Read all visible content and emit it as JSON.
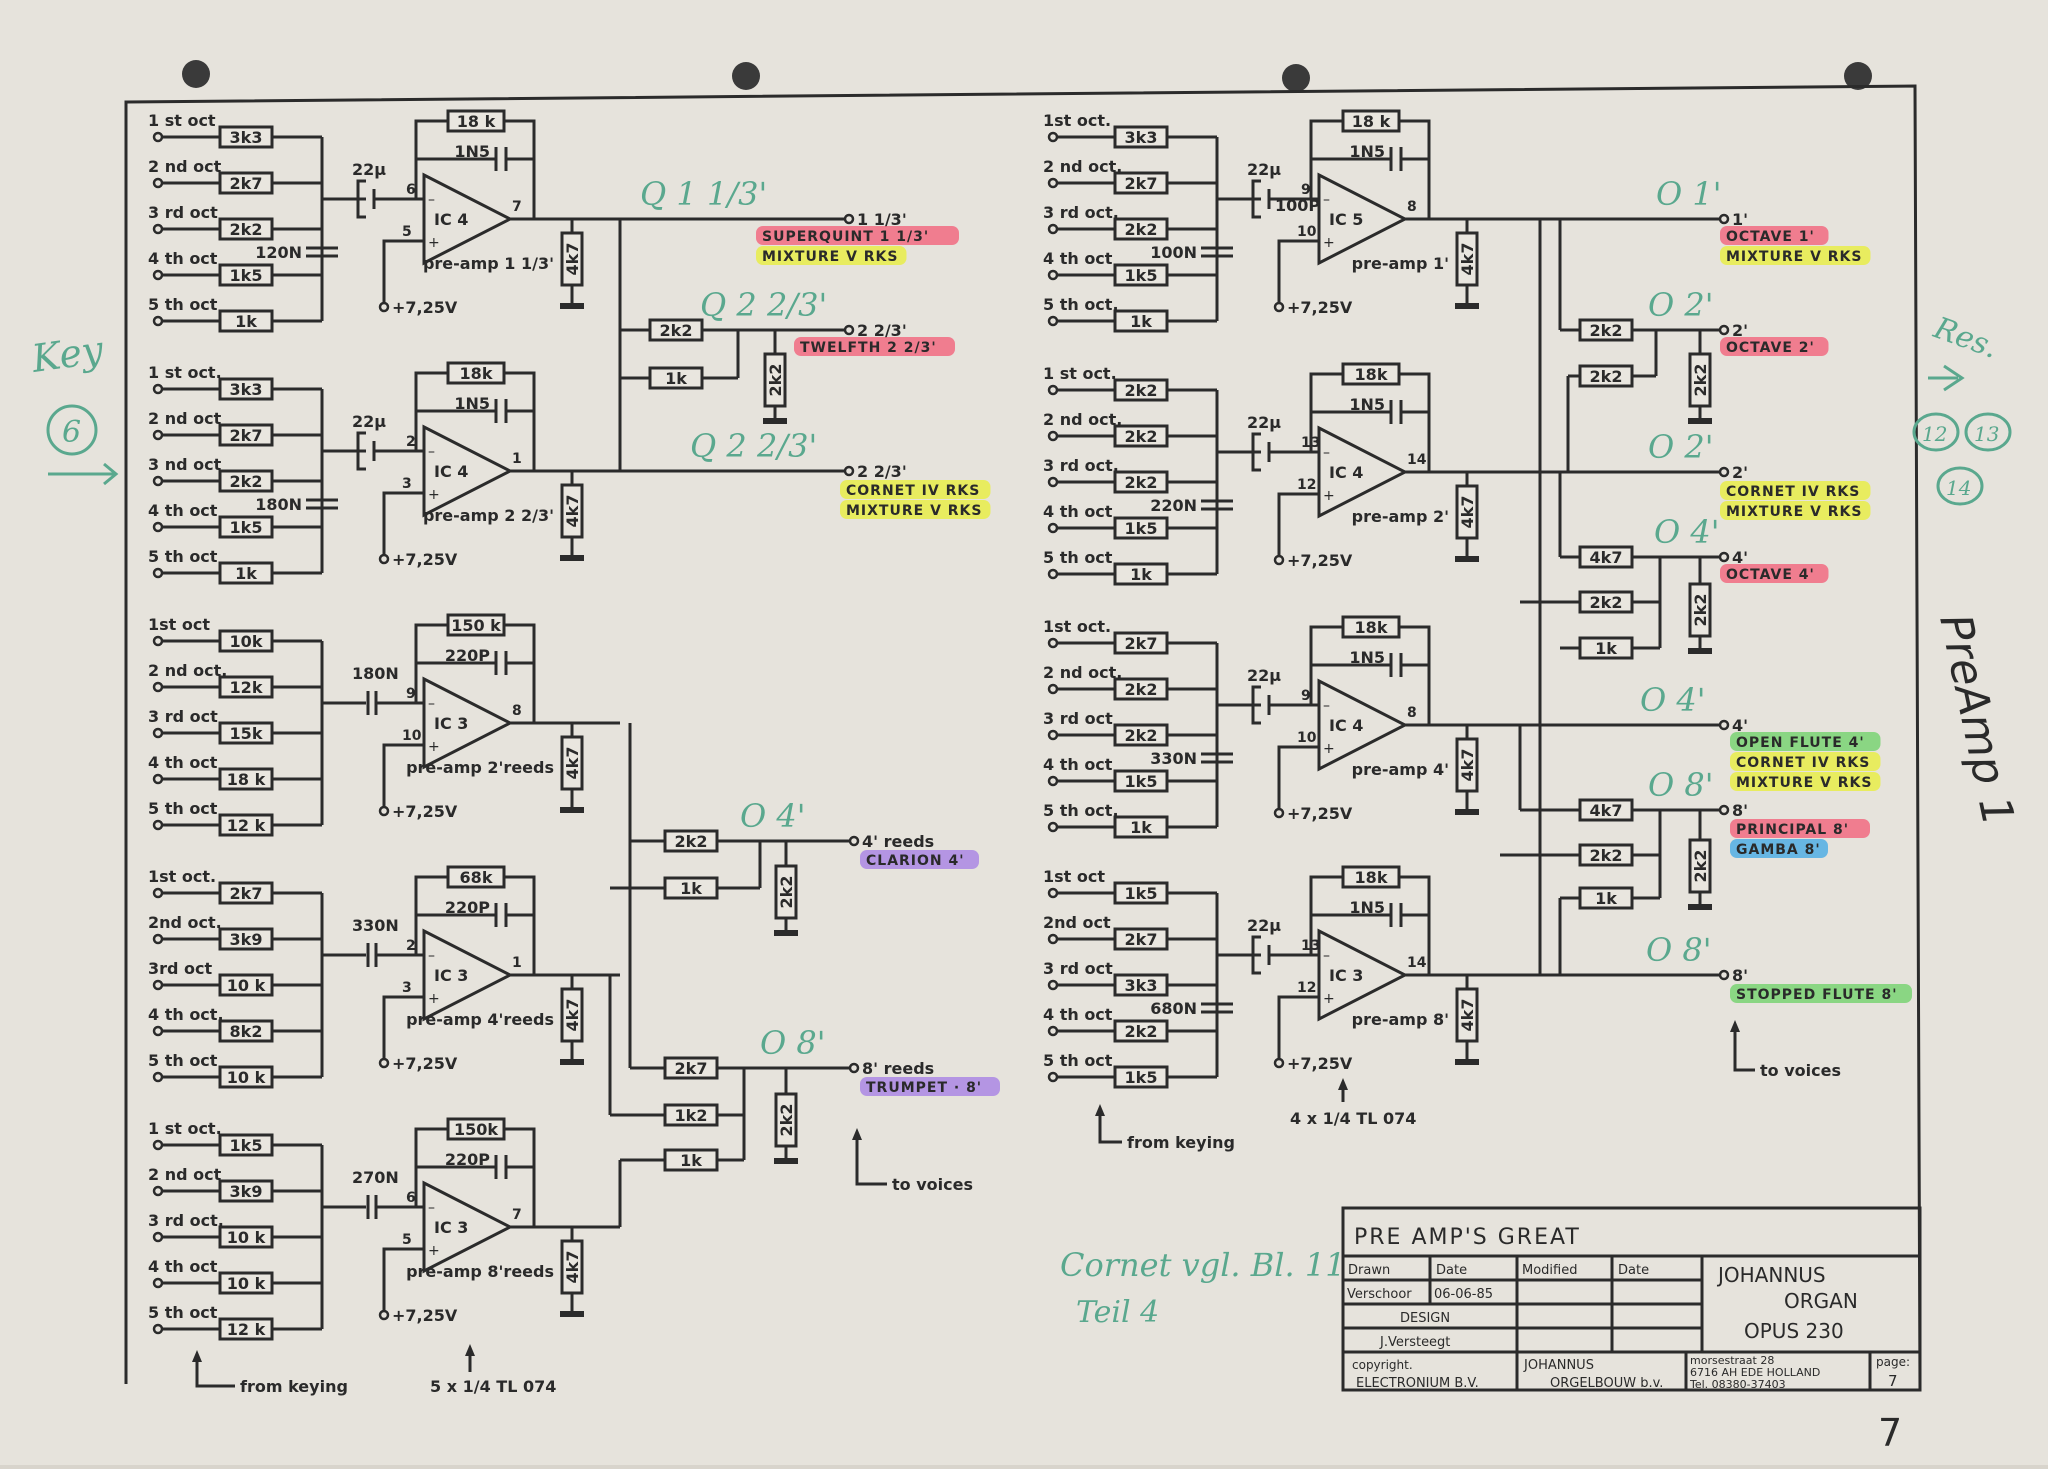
{
  "document": {
    "title_block": {
      "title": "PRE AMP'S GREAT",
      "drawn_label": "Drawn",
      "date_label": "Date",
      "modified_label": "Modified",
      "modified_date_label": "Date",
      "drawn_by": "Verschoor",
      "drawn_date": "06-06-85",
      "design_label": "DESIGN",
      "designer": "J.Versteegt",
      "company_line1": "JOHANNUS",
      "company_line2": "ORGAN",
      "company_line3": "OPUS  230",
      "copyright_label": "copyright.",
      "copyright_holder": "ELECTRONIUM B.V.",
      "maker_line1": "JOHANNUS",
      "maker_line2": "ORGELBOUW b.v.",
      "address_line1": "morsestraat 28",
      "address_line2": "6716 AH EDE HOLLAND",
      "address_line3": "Tel. 08380-37403",
      "page_label": "page:",
      "page_number": "7"
    },
    "page_number_handwritten": "7",
    "handwritten_notes": {
      "key": "Key",
      "key_number": "6",
      "res": "Res.",
      "res_items": [
        "12",
        "13",
        "14"
      ],
      "preamp": "PreAmp 1",
      "cornet_note_line1": "Cornet vgl. Bl. 11",
      "cornet_note_line2": "Teil 4"
    },
    "common": {
      "supply": "+7,25V",
      "load_resistor": "4k7",
      "from_keying": "from keying",
      "to_voices": "to voices"
    },
    "left_column": {
      "ic_note": "5 x 1/4 TL 074",
      "stages": [
        {
          "name": "pre-amp 1 1/3'",
          "ic": "IC 4",
          "pins": [
            "6",
            "5",
            "7"
          ],
          "inputs": [
            {
              "label": "1 st oct",
              "value": "3k3"
            },
            {
              "label": "2 nd oct",
              "value": "2k7"
            },
            {
              "label": "3 rd oct",
              "value": "2k2"
            },
            {
              "label": "4 th oct",
              "value": "1k5"
            },
            {
              "label": "5 th oct",
              "value": "1k"
            }
          ],
          "shunt_cap": "120N",
          "coupling_cap": "22µ",
          "feedback_r": "18 k",
          "feedback_c": "1N5"
        },
        {
          "name": "pre-amp 2 2/3'",
          "ic": "IC 4",
          "pins": [
            "2",
            "3",
            "1"
          ],
          "inputs": [
            {
              "label": "1 st oct.",
              "value": "3k3"
            },
            {
              "label": "2 nd oct",
              "value": "2k7"
            },
            {
              "label": "3 nd oct",
              "value": "2k2"
            },
            {
              "label": "4 th oct",
              "value": "1k5"
            },
            {
              "label": "5 th oct",
              "value": "1k"
            }
          ],
          "shunt_cap": "180N",
          "coupling_cap": "22µ",
          "feedback_r": "18k",
          "feedback_c": "1N5"
        },
        {
          "name": "pre-amp 2'reeds",
          "ic": "IC 3",
          "pins": [
            "9",
            "10",
            "8"
          ],
          "inputs": [
            {
              "label": "1st oct",
              "value": "10k"
            },
            {
              "label": "2 nd oct.",
              "value": "12k"
            },
            {
              "label": "3 rd oct",
              "value": "15k"
            },
            {
              "label": "4 th oct",
              "value": "18 k"
            },
            {
              "label": "5 th oct",
              "value": "12 k"
            }
          ],
          "coupling_cap": "180N",
          "feedback_r": "150 k",
          "feedback_c": "220P"
        },
        {
          "name": "pre-amp 4'reeds",
          "ic": "IC 3",
          "pins": [
            "2",
            "3",
            "1"
          ],
          "inputs": [
            {
              "label": "1st oct.",
              "value": "2k7"
            },
            {
              "label": "2nd oct.",
              "value": "3k9"
            },
            {
              "label": "3rd oct",
              "value": "10 k"
            },
            {
              "label": "4 th oct.",
              "value": "8k2"
            },
            {
              "label": "5 th oct",
              "value": "10 k"
            }
          ],
          "coupling_cap": "330N",
          "feedback_r": "68k",
          "feedback_c": "220P"
        },
        {
          "name": "pre-amp 8'reeds",
          "ic": "IC 3",
          "pins": [
            "6",
            "5",
            "7"
          ],
          "inputs": [
            {
              "label": "1 st oct.",
              "value": "1k5"
            },
            {
              "label": "2 nd oct",
              "value": "3k9"
            },
            {
              "label": "3 rd oct.",
              "value": "10 k"
            },
            {
              "label": "4 th oct",
              "value": "10 k"
            },
            {
              "label": "5 th oct",
              "value": "12 k"
            }
          ],
          "coupling_cap": "270N",
          "feedback_r": "150k",
          "feedback_c": "220P"
        }
      ],
      "mixers": [
        {
          "series": "2k2",
          "shunt": "2k2",
          "aux": "1k"
        },
        {
          "series": "2k2",
          "shunt": "2k2",
          "aux": "1k"
        },
        {
          "series": "2k7",
          "shunt": "2k2",
          "aux1": "1k2",
          "aux2": "1k"
        }
      ],
      "outputs": [
        {
          "note": "Q 1 1/3'",
          "pin": "1 1/3'",
          "stops": [
            {
              "text": "SUPERQUINT  1 1/3'",
              "color": "red"
            },
            {
              "text": "MIXTURE V RKS",
              "color": "yellow"
            }
          ]
        },
        {
          "note": "Q 2 2/3'",
          "pin": "2 2/3'",
          "stops": [
            {
              "text": "TWELFTH 2 2/3'",
              "color": "red"
            }
          ]
        },
        {
          "note": "Q 2 2/3'",
          "pin": "2 2/3'",
          "stops": [
            {
              "text": "CORNET IV RKS",
              "color": "yellow"
            },
            {
              "text": "MIXTURE V RKS",
              "color": "yellow"
            }
          ]
        },
        {
          "note": "O 4'",
          "pin": "4' reeds",
          "stops": [
            {
              "text": "CLARION 4'",
              "color": "purple"
            }
          ]
        },
        {
          "note": "O 8'",
          "pin": "8' reeds",
          "stops": [
            {
              "text": "TRUMPET · 8'",
              "color": "purple"
            }
          ]
        }
      ]
    },
    "right_column": {
      "ic_note": "4 x 1/4  TL 074",
      "stages": [
        {
          "name": "pre-amp 1'",
          "ic": "IC 5",
          "pins": [
            "9",
            "10",
            "8"
          ],
          "inputs": [
            {
              "label": "1st oct.",
              "value": "3k3"
            },
            {
              "label": "2 nd oct.",
              "value": "2k7"
            },
            {
              "label": "3 rd oct.",
              "value": "2k2"
            },
            {
              "label": "4 th oct",
              "value": "1k5"
            },
            {
              "label": "5 th oct.",
              "value": "1k"
            }
          ],
          "shunt_cap": "100N",
          "extra_cap": "100P",
          "coupling_cap": "22µ",
          "feedback_r": "18 k",
          "feedback_c": "1N5"
        },
        {
          "name": "pre-amp 2'",
          "ic": "IC 4",
          "pins": [
            "13",
            "12",
            "14"
          ],
          "inputs": [
            {
              "label": "1 st oct.",
              "value": "2k2"
            },
            {
              "label": "2 nd oct.",
              "value": "2k2"
            },
            {
              "label": "3 rd oct.",
              "value": "2k2"
            },
            {
              "label": "4 th oct",
              "value": "1k5"
            },
            {
              "label": "5 th oct",
              "value": "1k"
            }
          ],
          "shunt_cap": "220N",
          "coupling_cap": "22µ",
          "feedback_r": "18k",
          "feedback_c": "1N5"
        },
        {
          "name": "pre-amp 4'",
          "ic": "IC 4",
          "pins": [
            "9",
            "10",
            "8"
          ],
          "inputs": [
            {
              "label": "1st oct.",
              "value": "2k7"
            },
            {
              "label": "2 nd oct.",
              "value": "2k2"
            },
            {
              "label": "3 rd oct",
              "value": "2k2"
            },
            {
              "label": "4 th oct",
              "value": "1k5"
            },
            {
              "label": "5 th oct.",
              "value": "1k"
            }
          ],
          "shunt_cap": "330N",
          "coupling_cap": "22µ",
          "feedback_r": "18k",
          "feedback_c": "1N5"
        },
        {
          "name": "pre-amp 8'",
          "ic": "IC 3",
          "pins": [
            "13",
            "12",
            "14"
          ],
          "inputs": [
            {
              "label": "1st oct",
              "value": "1k5"
            },
            {
              "label": "2nd oct",
              "value": "2k7"
            },
            {
              "label": "3 rd oct",
              "value": "3k3"
            },
            {
              "label": "4 th oct",
              "value": "2k2"
            },
            {
              "label": "5 th oct",
              "value": "1k5"
            }
          ],
          "shunt_cap": "680N",
          "coupling_cap": "22µ",
          "feedback_r": "18k",
          "feedback_c": "1N5"
        }
      ],
      "mixers": [
        {
          "series": "2k2",
          "shunt": "2k2",
          "aux": "2k2"
        },
        {
          "series": "4k7",
          "shunt": "2k2",
          "aux1": "2k2",
          "aux2": "1k"
        },
        {
          "series": "4k7",
          "shunt": "2k2",
          "aux1": "2k2",
          "aux2": "1k"
        }
      ],
      "outputs": [
        {
          "note": "O 1'",
          "pin": "1'",
          "stops": [
            {
              "text": "OCTAVE 1'",
              "color": "red"
            },
            {
              "text": "MIXTURE V RKS",
              "color": "yellow"
            }
          ]
        },
        {
          "note": "O 2'",
          "pin": "2'",
          "stops": [
            {
              "text": "OCTAVE 2'",
              "color": "red"
            }
          ]
        },
        {
          "note": "O 2'",
          "pin": "2'",
          "stops": [
            {
              "text": "CORNET IV RKS",
              "color": "yellow"
            },
            {
              "text": "MIXTURE V RKS",
              "color": "yellow"
            }
          ]
        },
        {
          "note": "O 4'",
          "pin": "4'",
          "stops": [
            {
              "text": "OCTAVE 4'",
              "color": "red"
            }
          ]
        },
        {
          "note": "O 4'",
          "pin": "4'",
          "stops": [
            {
              "text": "OPEN FLUTE 4'",
              "color": "green"
            },
            {
              "text": "CORNET IV RKS",
              "color": "yellow"
            },
            {
              "text": "MIXTURE V RKS",
              "color": "yellow"
            }
          ]
        },
        {
          "note": "O 8'",
          "pin": "8'",
          "stops": [
            {
              "text": "PRINCIPAL 8'",
              "color": "red"
            },
            {
              "text": "GAMBA 8'",
              "color": "blue"
            }
          ]
        },
        {
          "note": "O 8'",
          "pin": "8'",
          "stops": [
            {
              "text": "STOPPED FLUTE 8'",
              "color": "green"
            }
          ]
        }
      ]
    },
    "highlight_colors": {
      "red": "#f2607a",
      "yellow": "#e8ee3c",
      "purple": "#a57fe6",
      "green": "#6fd26a",
      "blue": "#43a9e6",
      "note_ink": "#5aa88e",
      "blue_ink": "#5a5ab8"
    }
  }
}
